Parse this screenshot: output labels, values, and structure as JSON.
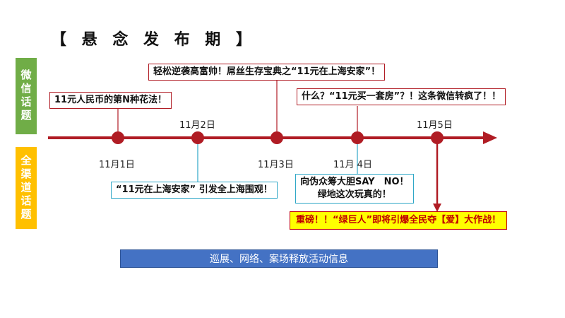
{
  "title": "【 悬 念 发 布 期 】",
  "side_tags": {
    "wechat": "微信话题",
    "all_channel": "全渠道话题"
  },
  "colors": {
    "timeline": "#b01c24",
    "wechat_tag": "#70ad47",
    "all_channel_tag": "#ffc000",
    "blue_bar": "#4472c4",
    "highlight_bg": "#ffff00",
    "highlight_text": "#c00000"
  },
  "dates": [
    "11月1日",
    "11月2日",
    "11月3日",
    "11月 4日",
    "11月5日"
  ],
  "callouts": {
    "nov1_wechat": "11元人民币的第N种花法！",
    "nov3_wechat": "轻松逆袭高富帅！屌丝生存宝典之“11元在上海安家”！",
    "nov4_wechat": "什么？“11元买一套房”？！这条微信转疯了！！",
    "nov2_all": "“11元在上海安家” 引发全上海围观！",
    "nov4_all_line1": "向伪众筹大胆SAY　NO！",
    "nov4_all_line2": "绿地这次玩真的！",
    "nov5_all": "重磅！！“绿巨人”即将引爆全民夺【爱】大作战！"
  },
  "bottom_bar": "巡展、网络、案场释放活动信息"
}
